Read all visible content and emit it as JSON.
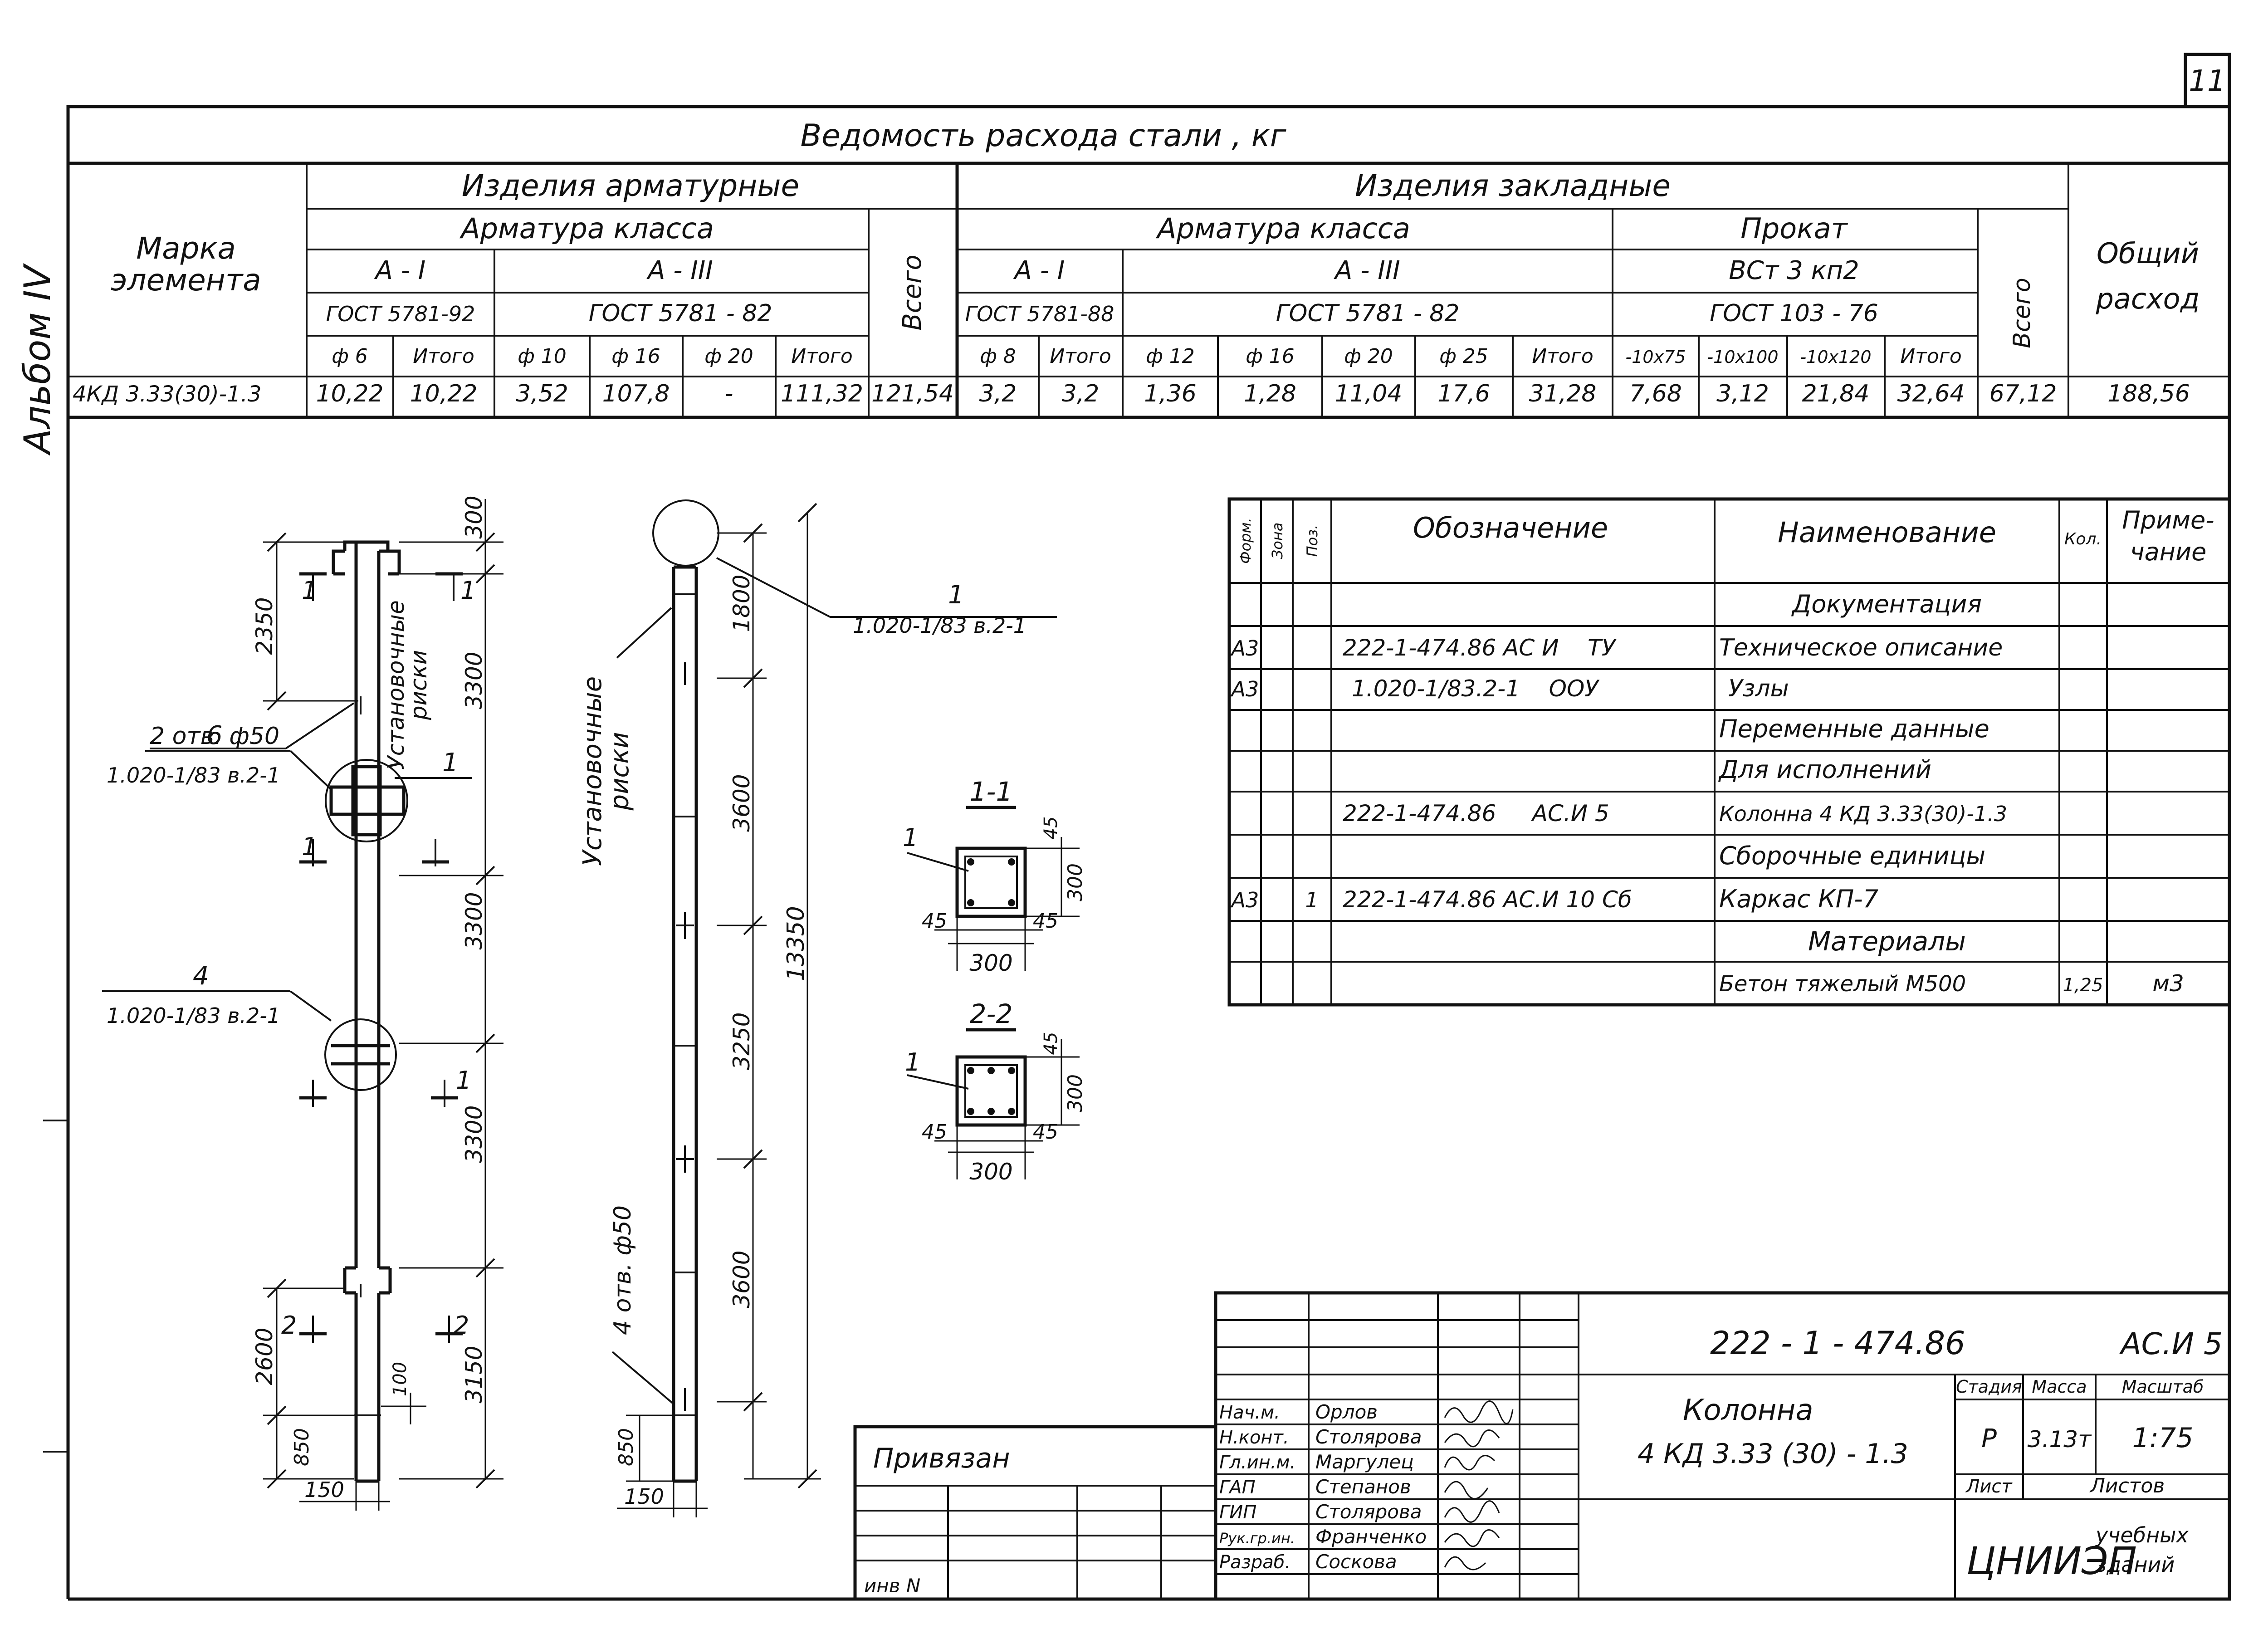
{
  "sheet_number": "11",
  "album_label": "Альбом IV",
  "steel": {
    "title": "Ведомость расхода стали , кг",
    "mark_header": [
      "Марка",
      "элемента"
    ],
    "group_rebar": "Изделия арматурные",
    "group_embedded": "Изделия закладные",
    "rebar_class": "Арматура класса",
    "embedded_rebar_class": "Арматура класса",
    "prokat": "Прокат",
    "a1": "А - I",
    "a3": "А - III",
    "a1_emb": "А - I",
    "a3_emb": "А - III",
    "prokat_grade": "ВСт 3 кп2",
    "gost_a1": "ГОСТ 5781-92",
    "gost_a3": "ГОСТ 5781 - 82",
    "gost_a1_emb": "ГОСТ 5781-88",
    "gost_a3_emb": "ГОСТ 5781 - 82",
    "gost_prokat": "ГОСТ 103 - 76",
    "vsego": "Всего",
    "total_header": [
      "Общий",
      "расход"
    ],
    "columns": [
      "ф 6",
      "Итого",
      "ф 10",
      "ф 16",
      "ф 20",
      "Итого",
      "ф 8",
      "Итого",
      "ф 12",
      "ф 16",
      "ф 20",
      "ф 25",
      "Итого",
      "-10x75",
      "-10x100",
      "-10x120",
      "Итого"
    ],
    "row": {
      "mark": "4КД 3.33(30)-1.3",
      "values": [
        "10,22",
        "10,22",
        "3,52",
        "107,8",
        "-",
        "111,32",
        "121,54",
        "3,2",
        "3,2",
        "1,36",
        "1,28",
        "11,04",
        "17,6",
        "31,28",
        "7,68",
        "3,12",
        "21,84",
        "32,64",
        "67,12",
        "188,56"
      ]
    }
  },
  "spec": {
    "headers": {
      "format": "Форм.",
      "zone": "Зона",
      "pos": "Поз.",
      "designation": "Обозначение",
      "name": "Наименование",
      "qty": "Кол.",
      "note": [
        "Приме-",
        "чание"
      ]
    },
    "rows": [
      {
        "format": "",
        "pos": "",
        "designation": "",
        "name": "Документация",
        "qty": "",
        "note": "",
        "section": true
      },
      {
        "format": "А3",
        "pos": "",
        "designation": "222-1-474.86 АС И    ТУ",
        "name": "Техническое описание",
        "qty": "",
        "note": ""
      },
      {
        "format": "А3",
        "pos": "",
        "designation": "1.020-1/83.2-1    ООУ",
        "name": "Узлы",
        "qty": "",
        "note": ""
      },
      {
        "format": "",
        "pos": "",
        "designation": "",
        "name": "Переменные данные",
        "qty": "",
        "note": ""
      },
      {
        "format": "",
        "pos": "",
        "designation": "",
        "name": "Для исполнений",
        "qty": "",
        "note": ""
      },
      {
        "format": "",
        "pos": "",
        "designation": "222-1-474.86     АС.И 5",
        "name": "Колонна 4 КД 3.33(30)-1.3",
        "qty": "",
        "note": ""
      },
      {
        "format": "",
        "pos": "",
        "designation": "",
        "name": "Сборочные единицы",
        "qty": "",
        "note": "",
        "section": true
      },
      {
        "format": "А3",
        "pos": "1",
        "designation": "222-1-474.86 АС.И 10 Сб",
        "name": "Каркас КП-7",
        "qty": "",
        "note": ""
      },
      {
        "format": "",
        "pos": "",
        "designation": "",
        "name": "Материалы",
        "qty": "",
        "note": "",
        "section": true
      },
      {
        "format": "",
        "pos": "",
        "designation": "",
        "name": "Бетон тяжелый М500",
        "qty": "1,25",
        "note": "м3"
      }
    ]
  },
  "drawings": {
    "left_view": {
      "dims_right": [
        "300",
        "3300",
        "3300",
        "3300",
        "3150"
      ],
      "dims_left": [
        "2350",
        "2600",
        "850",
        "100"
      ],
      "bottom_dim": "150",
      "hole_label": "2 отв. ф50",
      "risk_label": [
        "Установочные",
        "риски"
      ],
      "callout_6": "6",
      "callout_4": "4",
      "callout_1": "1",
      "node_ref": "1.020-1/83 в.2-1",
      "section_marks": [
        "1",
        "1",
        "1",
        "1",
        "2",
        "2"
      ]
    },
    "middle_view": {
      "dims": [
        "1800",
        "3600",
        "3250",
        "3600"
      ],
      "total": "13350",
      "bottom_dims": [
        "850",
        "150"
      ],
      "hole_label": "4 отв. ф50",
      "risk_label": [
        "Установочные",
        "риски"
      ],
      "callout_1": "1",
      "node_ref": "1.020-1/83 в.2-1"
    },
    "sections": [
      {
        "title": "1-1",
        "pos": "1",
        "dims": [
          "45",
          "300",
          "45",
          "45",
          "300"
        ]
      },
      {
        "title": "2-2",
        "pos": "1",
        "dims": [
          "45",
          "300",
          "45",
          "45",
          "300"
        ]
      }
    ]
  },
  "stamp": {
    "privyazan": "Привязан",
    "inv": "инв N",
    "roles": [
      "Нач.м.",
      "Н.конт.",
      "Гл.ин.м.",
      "ГАП",
      "ГИП",
      "Рук.гр.ин.",
      "Разраб."
    ],
    "names": [
      "Орлов",
      "Столярова",
      "Маргулец",
      "Степанов",
      "Столярова",
      "Франченко",
      "Соскова"
    ],
    "doc_code": "222 - 1 - 474.86",
    "sheet_code": "АС.И 5",
    "title": [
      "Колонна",
      "4 КД 3.33 (30) - 1.3"
    ],
    "stage_h": "Стадия",
    "mass_h": "Масса",
    "scale_h": "Масштаб",
    "stage": "Р",
    "mass": "3.13т",
    "scale": "1:75",
    "sheet_h": "Лист",
    "sheets_h": "Листов",
    "org": "ЦНИИЭП",
    "org_sub": [
      "учебных",
      "зданий"
    ]
  }
}
